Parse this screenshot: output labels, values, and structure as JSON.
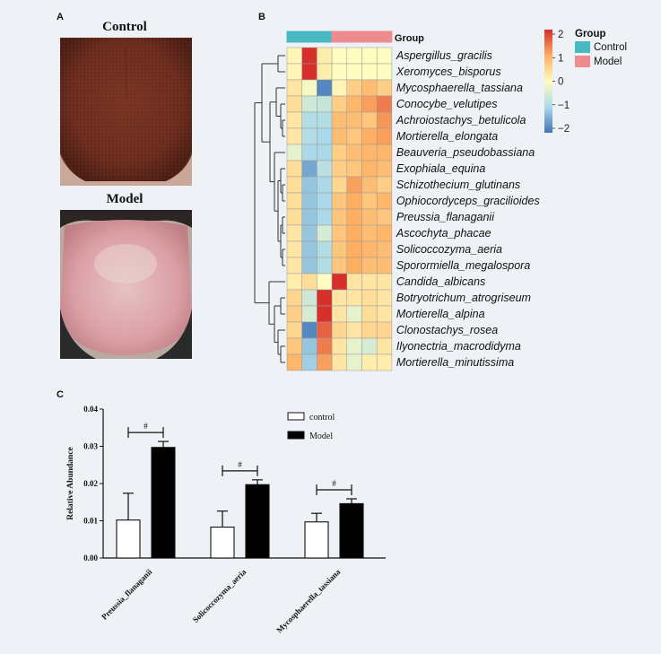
{
  "panels": {
    "a": "A",
    "b": "B",
    "c": "C"
  },
  "photos": {
    "top_title": "Control",
    "bottom_title": "Model"
  },
  "chart_data": [
    {
      "type": "heatmap",
      "rows": [
        "Aspergillus_gracilis",
        "Xeromyces_bisporus",
        "Mycosphaerella_tassiana",
        "Conocybe_velutipes",
        "Achroiostachys_betulicola",
        "Mortierella_elongata",
        "Beauveria_pseudobassiana",
        "Exophiala_equina",
        "Schizothecium_glutinans",
        "Ophiocordyceps_gracilioides",
        "Preussia_flanaganii",
        "Ascochyta_phacae",
        "Solicoccozyma_aeria",
        "Sporormiella_megalospora",
        "Candida_albicans",
        "Botryotrichum_atrogriseum",
        "Mortierella_alpina",
        "Clonostachys_rosea",
        "Ilyonectria_macrodidyma",
        "Mortierella_minutissima"
      ],
      "groups": [
        "Control",
        "Control",
        "Control",
        "Model",
        "Model",
        "Model",
        "Model"
      ],
      "group_header": "Group",
      "values": [
        [
          0.1,
          2.3,
          0.2,
          0.0,
          0.0,
          0.0,
          0.0
        ],
        [
          0.1,
          2.3,
          0.2,
          0.0,
          0.0,
          0.0,
          0.0
        ],
        [
          0.3,
          -0.1,
          -1.8,
          0.1,
          0.6,
          0.8,
          0.6
        ],
        [
          0.4,
          -0.6,
          -0.7,
          0.6,
          0.9,
          1.1,
          1.4
        ],
        [
          0.3,
          -0.9,
          -0.9,
          0.8,
          0.8,
          0.7,
          1.2
        ],
        [
          0.3,
          -0.9,
          -1.0,
          0.8,
          0.7,
          1.0,
          1.1
        ],
        [
          -0.3,
          -1.0,
          -1.0,
          0.6,
          0.8,
          0.9,
          0.9
        ],
        [
          0.4,
          -1.5,
          -0.8,
          0.6,
          0.7,
          0.9,
          0.8
        ],
        [
          0.4,
          -1.2,
          -1.0,
          0.5,
          1.1,
          0.8,
          0.6
        ],
        [
          0.4,
          -1.2,
          -1.0,
          0.7,
          1.0,
          0.7,
          0.9
        ],
        [
          0.4,
          -1.2,
          -1.0,
          0.7,
          1.0,
          0.8,
          0.7
        ],
        [
          0.3,
          -1.2,
          -0.5,
          0.7,
          1.0,
          0.8,
          0.9
        ],
        [
          0.3,
          -1.2,
          -0.9,
          0.7,
          1.0,
          0.9,
          0.8
        ],
        [
          0.3,
          -1.2,
          -0.9,
          0.7,
          1.0,
          0.8,
          0.8
        ],
        [
          0.2,
          0.4,
          0.0,
          2.3,
          0.3,
          0.3,
          0.3
        ],
        [
          0.5,
          -0.6,
          2.2,
          0.3,
          0.3,
          0.4,
          0.3
        ],
        [
          0.6,
          -0.5,
          2.0,
          0.3,
          -0.3,
          0.4,
          0.3
        ],
        [
          0.5,
          -1.8,
          1.6,
          0.5,
          0.3,
          0.5,
          0.5
        ],
        [
          0.7,
          -1.2,
          1.4,
          0.3,
          -0.3,
          -0.5,
          0.3
        ],
        [
          0.9,
          -1.1,
          1.1,
          0.3,
          -0.3,
          0.2,
          0.2
        ]
      ],
      "scale": {
        "min": -2,
        "max": 2,
        "ticks": [
          "2",
          "1",
          "0",
          "−1",
          "−2"
        ]
      },
      "legend": {
        "title": "Group",
        "entries": [
          {
            "name": "Control",
            "color": "#48b8c2"
          },
          {
            "name": "Model",
            "color": "#ee8b8f"
          }
        ]
      },
      "colors": {
        "low": "#3f74b6",
        "mid": "#fffdbf",
        "high": "#d7302c"
      }
    },
    {
      "type": "bar",
      "categories": [
        "Preussia_flanaganii",
        "Solicoccozyma_aeria",
        "Mycosphaerella_tassiana"
      ],
      "series": [
        {
          "name": "control",
          "values": [
            0.0102,
            0.0083,
            0.0097
          ],
          "errors": [
            0.0072,
            0.0043,
            0.0023
          ],
          "color": "#ffffff"
        },
        {
          "name": "Model",
          "values": [
            0.0297,
            0.0197,
            0.0146
          ],
          "errors": [
            0.0016,
            0.0013,
            0.0013
          ],
          "color": "#000000"
        }
      ],
      "ylabel": "Relative Abundance",
      "ylim": [
        0,
        0.04
      ],
      "yticks": [
        "0.00",
        "0.01",
        "0.02",
        "0.03",
        "0.04"
      ],
      "annotations": [
        "#",
        "#",
        "#"
      ],
      "legend_position": "top-right"
    }
  ]
}
